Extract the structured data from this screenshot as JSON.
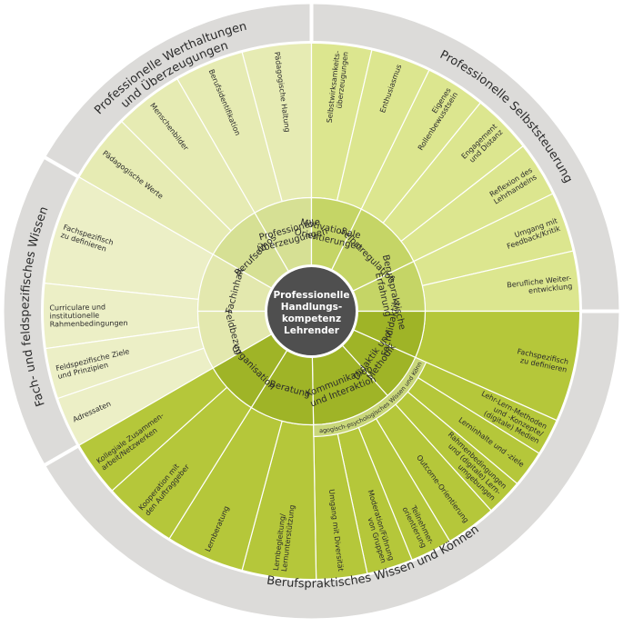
{
  "center": {
    "lines": [
      "Professionelle",
      "Handlungs-",
      "kompetenz",
      "Lehrender"
    ]
  },
  "outer_ring": [
    {
      "id": "werthaltungen",
      "lines": [
        "Professionelle Werthaltungen",
        "und Überzeugungen"
      ]
    },
    {
      "id": "selbststeuerung",
      "lines": [
        "Professionelle Selbststeuerung"
      ]
    },
    {
      "id": "wissen",
      "lines": [
        "Berufspraktisches Wissen und Können"
      ]
    },
    {
      "id": "fachwissen",
      "lines": [
        "Fach- und feldspezifisches Wissen"
      ]
    }
  ],
  "colors": {
    "outer_ring": "#dcdbd9",
    "werthaltungen_light": "#e6ebb3",
    "werthaltungen_mid": "#d6e094",
    "selbststeuerung_light": "#dce68f",
    "selbststeuerung_mid": "#c5d566",
    "fachwissen_light": "#ecefc6",
    "fachwissen_mid": "#e3e8ae",
    "wissen_light": "#b5c73a",
    "wissen_mid": "#9fb427",
    "center": "#4f4f4f"
  },
  "middle_ring": [
    {
      "id": "ueberzeugungen",
      "lines": [
        "Professionelle",
        "Überzeugungen"
      ]
    },
    {
      "id": "berufsethos",
      "lines": [
        "Berufsethos"
      ]
    },
    {
      "id": "motivation",
      "lines": [
        "Motivationale",
        "Orientierungen"
      ]
    },
    {
      "id": "selbstregulation",
      "lines": [
        "Selbstregulation"
      ]
    },
    {
      "id": "erfahrung",
      "lines": [
        "Berufspraktische",
        "Erfahrung"
      ]
    },
    {
      "id": "fachinhalt",
      "lines": [
        "Fachinhalt"
      ]
    },
    {
      "id": "feldbezug",
      "lines": [
        "Feldbezug"
      ]
    },
    {
      "id": "fachdidaktik",
      "lines": [
        "Fachdidaktik"
      ]
    },
    {
      "id": "didaktik",
      "lines": [
        "Didaktik und",
        "Methodik"
      ]
    },
    {
      "id": "kommunikation",
      "lines": [
        "Kommunikation",
        "und Interaktion"
      ]
    },
    {
      "id": "beratung",
      "lines": [
        "Beratung"
      ]
    },
    {
      "id": "organisation",
      "lines": [
        "Organisation"
      ]
    }
  ],
  "band": {
    "label": "Pädagogisch-psychologisches Wissen und Können"
  },
  "items": [
    {
      "id": "haltung",
      "lines": [
        "Pädagogische Haltung"
      ]
    },
    {
      "id": "identifikation",
      "lines": [
        "Berufsidentifikation"
      ]
    },
    {
      "id": "menschenbilder",
      "lines": [
        "Menschenbilder"
      ]
    },
    {
      "id": "werte",
      "lines": [
        "Pädagogische Werte"
      ]
    },
    {
      "id": "wirksamkeit",
      "lines": [
        "Selbstwirksamkeits-",
        "überzeugungen"
      ]
    },
    {
      "id": "enthusiasmus",
      "lines": [
        "Enthusiasmus"
      ]
    },
    {
      "id": "rolle",
      "lines": [
        "Eigenes",
        "Rollenbewusstsein"
      ]
    },
    {
      "id": "engagement",
      "lines": [
        "Engagement",
        "und Distanz"
      ]
    },
    {
      "id": "reflexion",
      "lines": [
        "Reflexion des",
        "Lehrhandelns"
      ]
    },
    {
      "id": "feedback",
      "lines": [
        "Umgang mit",
        "Feedback/Kritik"
      ]
    },
    {
      "id": "weiterentwicklung",
      "lines": [
        "Berufliche Weiter-",
        "entwicklung"
      ]
    },
    {
      "id": "fachspezifisch1",
      "lines": [
        "Fachspezifisch",
        "zu definieren"
      ]
    },
    {
      "id": "curriculare",
      "lines": [
        "Curriculare und",
        "institutionelle",
        "Rahmenbedingungen"
      ]
    },
    {
      "id": "ziele",
      "lines": [
        "Feldspezifische Ziele",
        "und Prinzipien"
      ]
    },
    {
      "id": "adressaten",
      "lines": [
        "Adressaten"
      ]
    },
    {
      "id": "fachspezifisch2",
      "lines": [
        "Fachspezifisch",
        "zu definieren"
      ]
    },
    {
      "id": "lehrlern",
      "lines": [
        "Lehr-Lern-Methoden",
        "und -Konzepte/",
        "(digitale) Medien"
      ]
    },
    {
      "id": "lerninhalte",
      "lines": [
        "Lerninhalte und -ziele"
      ]
    },
    {
      "id": "rahmen",
      "lines": [
        "Rahmenbedingungen",
        "und (digitale) Lern-",
        "umgebungen"
      ]
    },
    {
      "id": "outcome",
      "lines": [
        "Outcome-Orientierung"
      ]
    },
    {
      "id": "teilnehmer",
      "lines": [
        "Teilnehmer-",
        "orientierung"
      ]
    },
    {
      "id": "moderation",
      "lines": [
        "Moderation/Führung",
        "von Gruppen"
      ]
    },
    {
      "id": "diversitaet",
      "lines": [
        "Umgang mit Diversität"
      ]
    },
    {
      "id": "lernbegleitung",
      "lines": [
        "Lernbegleitung/",
        "Lernunterstützung"
      ]
    },
    {
      "id": "lernberatung",
      "lines": [
        "Lernberatung"
      ]
    },
    {
      "id": "kooperation",
      "lines": [
        "Kooperation mit",
        "den Auftraggeber"
      ]
    },
    {
      "id": "zusammenarbeit",
      "lines": [
        "Kollegiale Zusammen-",
        "arbeit/Netzwerken"
      ]
    }
  ]
}
